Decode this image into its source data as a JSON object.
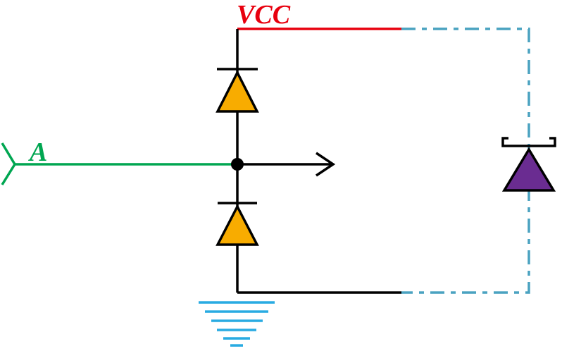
{
  "diagram": {
    "labels": {
      "vcc": "VCC",
      "input": "A"
    },
    "colors": {
      "vcc_red": "#e8000e",
      "input_green": "#00a651",
      "wire_black": "#000000",
      "clamp_diode_fill": "#f8ac00",
      "schottky_diode_fill": "#6a2c91",
      "dashed_wire_teal": "#4aa2c0",
      "ground_cyan": "#29abe2"
    },
    "symbols": {
      "input_terminal": "chevron-right",
      "junction": "node-dot",
      "output": "arrow-right",
      "clamp_diodes": "diode-pointing-up",
      "schottky_diode": "schottky-diode-pointing-up",
      "ground": "earth-ground-multiline"
    }
  }
}
